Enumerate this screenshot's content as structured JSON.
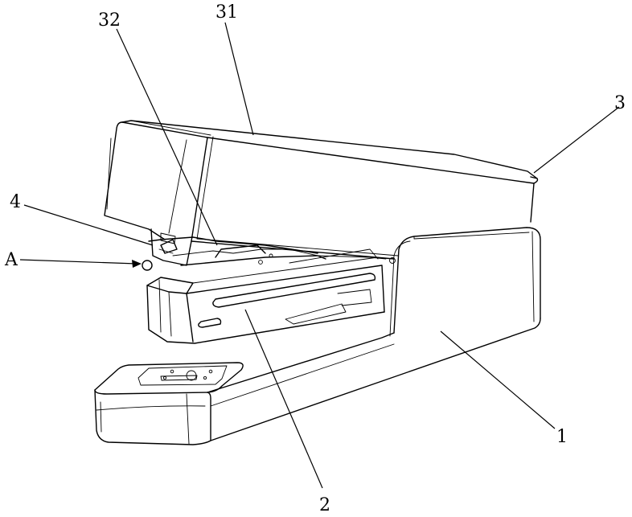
{
  "figure": {
    "background": "#ffffff",
    "stroke": "#000000"
  },
  "callouts": [
    {
      "id": "c1",
      "text": "1"
    },
    {
      "id": "c2",
      "text": "2"
    },
    {
      "id": "c3",
      "text": "3"
    },
    {
      "id": "c31",
      "text": "31"
    },
    {
      "id": "c32",
      "text": "32"
    },
    {
      "id": "c4",
      "text": "4"
    },
    {
      "id": "cA",
      "text": "A"
    }
  ]
}
